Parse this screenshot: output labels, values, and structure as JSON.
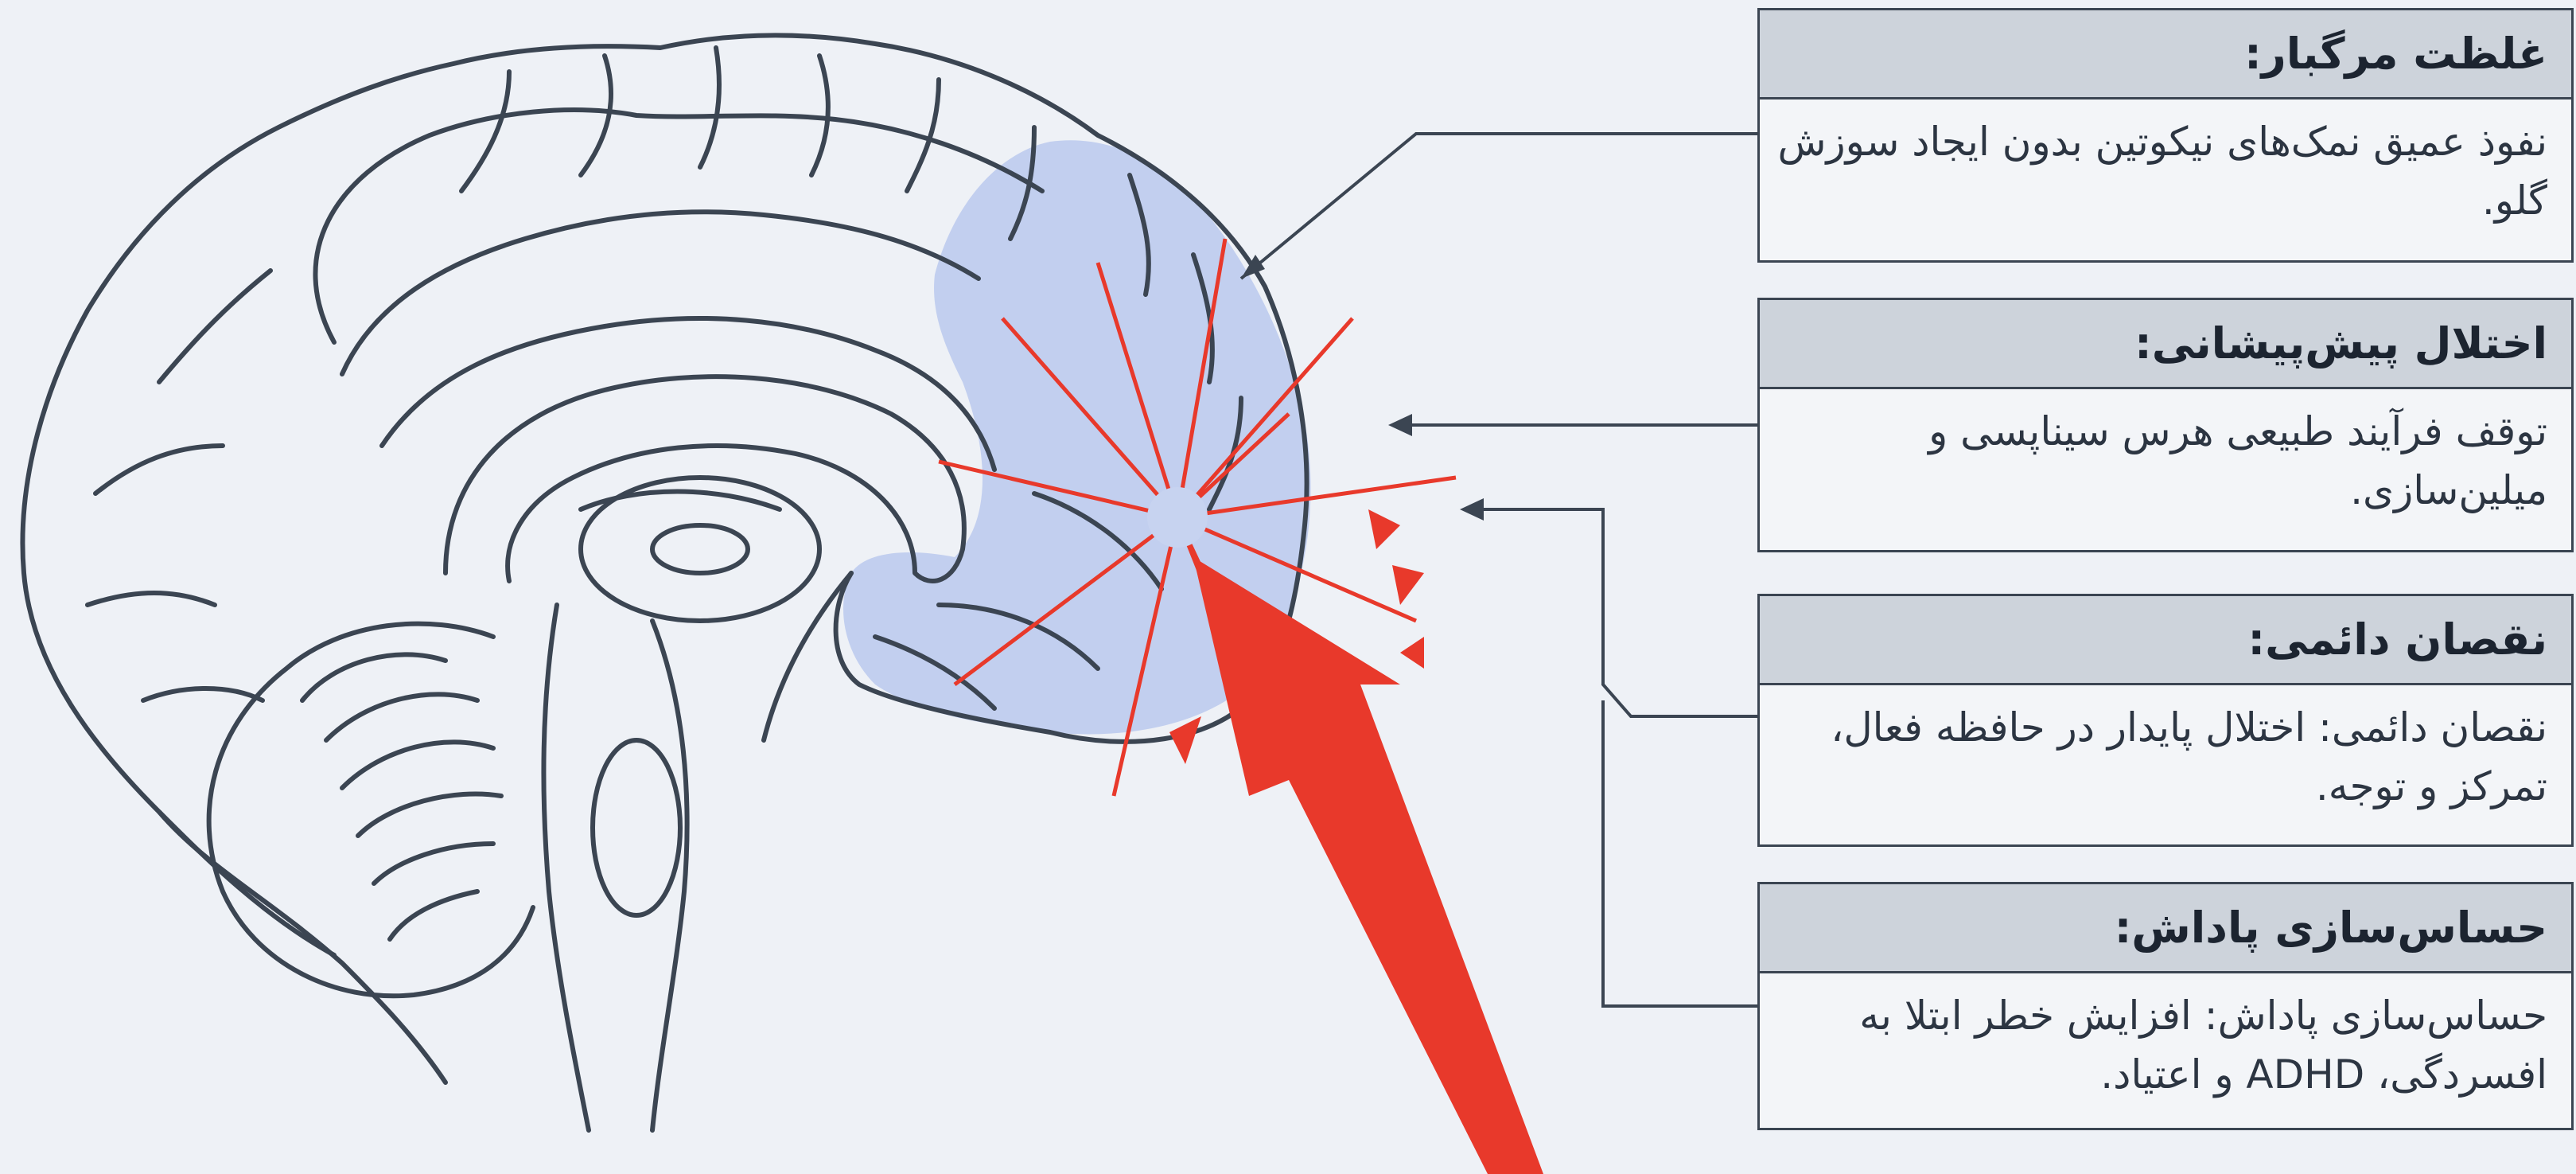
{
  "colors": {
    "background": "#eef1f6",
    "outline": "#3b4552",
    "highlight": "#9fb3ea",
    "impact": "#e8392b",
    "card_header": "#cdd3db"
  },
  "illustration": {
    "subject": "brain-sagittal-section",
    "highlighted_region": "prefrontal-cortex",
    "icons": [
      "brain-icon",
      "impact-burst-icon",
      "impact-arrow-icon"
    ]
  },
  "cards": [
    {
      "title": "غلظت مرگبار:",
      "body": "نفوذ عمیق نمک‌های نیکوتین بدون ایجاد سوزش گلو."
    },
    {
      "title": "اختلال پیش‌پیشانی:",
      "body": "توقف فرآیند طبیعی هرس سیناپسی و میلین‌سازی."
    },
    {
      "title": "نقصان دائمی:",
      "body": "نقصان دائمی: اختلال پایدار در حافظه فعال، تمرکز و توجه."
    },
    {
      "title": "حساس‌سازی پاداش:",
      "body": "حساس‌سازی پاداش: افزایش خطر ابتلا به افسردگی، ADHD و اعتیاد."
    }
  ]
}
